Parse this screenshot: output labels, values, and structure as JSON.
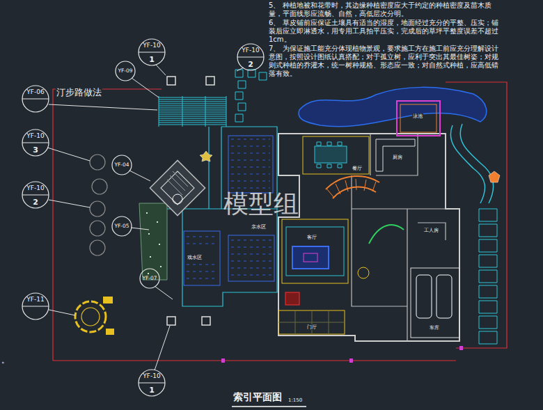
{
  "diagram": {
    "title": "索引平面图",
    "nodes": [
      {
        "text": [
          "YF-10",
          "1"
        ]
      },
      {
        "text": [
          "YF-10",
          "2"
        ]
      },
      {
        "text": [
          "YF-09"
        ]
      },
      {
        "text": [
          "YF-06"
        ]
      },
      {
        "text": [
          "YF-10",
          "3"
        ]
      },
      {
        "text": [
          "YF-04"
        ]
      },
      {
        "text": [
          "YF-10",
          "2"
        ]
      },
      {
        "text": [
          "YF-05"
        ]
      },
      {
        "text": [
          "YF-07"
        ]
      },
      {
        "text": [
          "YF-11"
        ]
      },
      {
        "text": [
          "YF-10",
          "1"
        ]
      }
    ],
    "labels": [
      "5、 种植地被和花带时，其边缘种植密度应大于约定的种植密度及苗木质量，平面线形应流畅、自然，高低层次分明。",
      "6、 草皮铺前应保证土壤具有适当的湿度，地面经过充分的平整、压实；铺装后应立即淋透水，用专用工具拍平压实，完成后的草坪平整度误差不超过1cm。",
      "7、 为保证施工能充分体现植物景观，要求施工方在施工前应充分理解设计意图，按照设计图纸认真搭配；对于孤立树，应利于突出其最佳树姿；对规则式种植的乔灌木，统一树种规格、形态应一致；对自然式种植，应高低错落有致。",
      "汀步路做法",
      "模型组",
      "1:150",
      "餐厅",
      "厨房",
      "客厅",
      "门厅",
      "工人房",
      "车库",
      "亲水区",
      "戏水区",
      "泳池",
      "。"
    ]
  }
}
